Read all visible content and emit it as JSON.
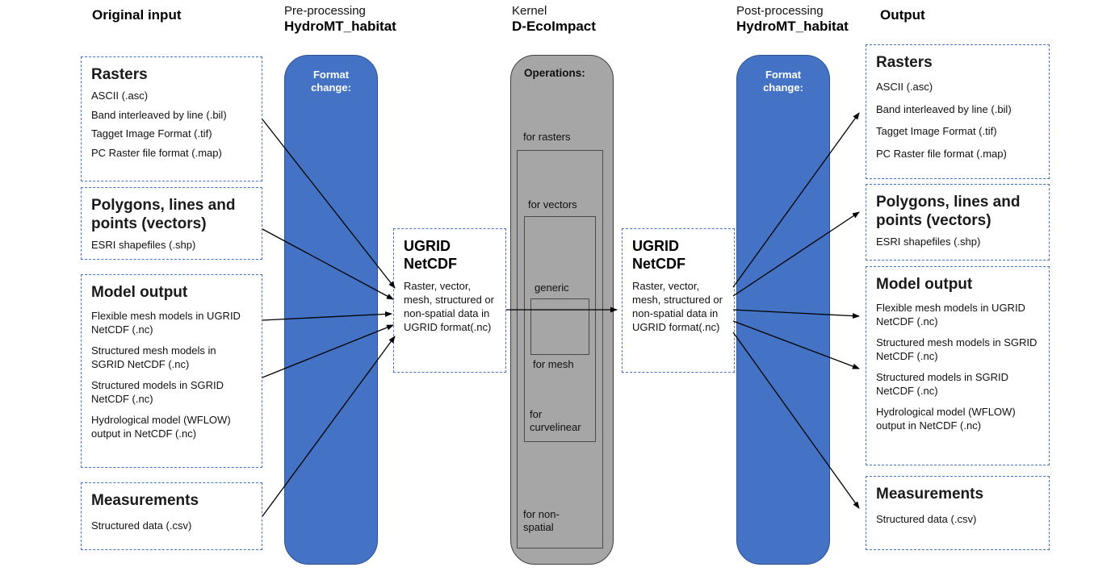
{
  "headers": {
    "original_input": "Original input",
    "preprocessing": {
      "line1": "Pre-processing",
      "line2": "HydroMT_habitat"
    },
    "kernel": {
      "line1": "Kernel",
      "line2": "D-EcoImpact"
    },
    "postprocessing": {
      "line1": "Post-processing",
      "line2": "HydroMT_habitat"
    },
    "output": "Output"
  },
  "input_boxes": [
    {
      "title": "Rasters",
      "items": [
        "ASCII (.asc)",
        "Band interleaved by line (.bil)",
        "Tagget Image Format (.tif)",
        "PC Raster file format (.map)"
      ]
    },
    {
      "title": "Polygons, lines and points (vectors)",
      "items": [
        "ESRI shapefiles (.shp)"
      ]
    },
    {
      "title": "Model output",
      "items": [
        "Flexible mesh models in UGRID NetCDF (.nc)",
        "Structured mesh models in SGRID NetCDF (.nc)",
        "Structured models in SGRID NetCDF (.nc)",
        "Hydrological model (WFLOW) output in NetCDF (.nc)"
      ]
    },
    {
      "title": "Measurements",
      "items": [
        "Structured data (.csv)"
      ]
    }
  ],
  "output_boxes": [
    {
      "title": "Rasters",
      "items": [
        "ASCII (.asc)",
        "Band interleaved by line (.bil)",
        "Tagget Image Format (.tif)",
        "PC Raster file format (.map)"
      ]
    },
    {
      "title": "Polygons, lines and points (vectors)",
      "items": [
        "ESRI shapefiles (.shp)"
      ]
    },
    {
      "title": "Model output",
      "items": [
        "Flexible mesh models in UGRID NetCDF (.nc)",
        "Structured mesh models in SGRID NetCDF (.nc)",
        "Structured models in SGRID NetCDF (.nc)",
        "Hydrological model (WFLOW) output in NetCDF (.nc)"
      ]
    },
    {
      "title": "Measurements",
      "items": [
        "Structured data (.csv)"
      ]
    }
  ],
  "pre_block": {
    "label": "Format change:"
  },
  "post_block": {
    "label": "Format change:"
  },
  "kernel_block": {
    "label": "Operations:",
    "operations": [
      "for rasters",
      "for vectors",
      "generic",
      "for mesh",
      "for curvelinear",
      "for non-spatial"
    ]
  },
  "ugrid_left": {
    "title": "UGRID NetCDF",
    "body": "Raster, vector, mesh, structured or non-spatial data in UGRID format(.nc)"
  },
  "ugrid_right": {
    "title": "UGRID NetCDF",
    "body": "Raster, vector, mesh, structured or non-spatial data in UGRID format(.nc)"
  },
  "colors": {
    "process_blue": "#4472C4",
    "process_blue_border": "#2F528F",
    "kernel_gray": "#A6A6A6",
    "dashed_border_blue": "#4472C4",
    "arrow_black": "#000000"
  }
}
